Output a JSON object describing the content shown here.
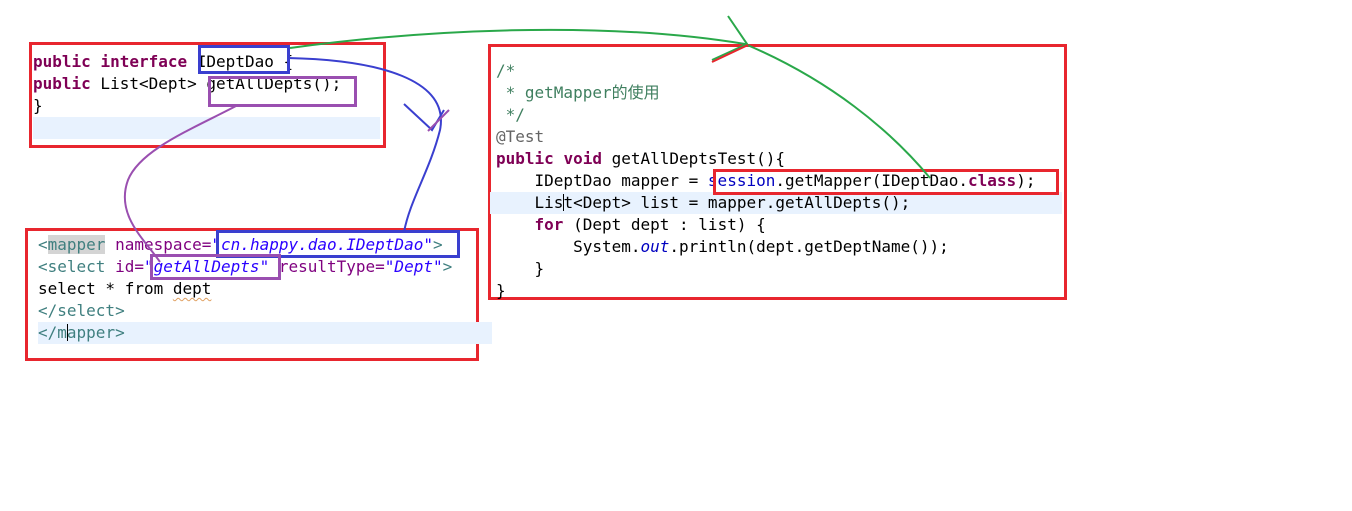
{
  "interface_panel": {
    "kw_public": "public",
    "kw_interface": "interface",
    "name": "IDeptDao",
    "open_brace": " {",
    "kw_public2": "public",
    "return_type": " List<Dept> ",
    "method": "getAllDepts();",
    "close_brace": "}"
  },
  "mapper_panel": {
    "tag_open": "<",
    "tag_mapper": "mapper",
    "attr_namespace": " namespace=",
    "namespace_value": "\"cn.happy.dao.IDeptDao\"",
    "tag_close": ">",
    "select_open": "<select",
    "attr_id": " id=",
    "id_value": "\"getAllDepts\"",
    "attr_resulttype": " resultType=",
    "resulttype_value": "\"Dept\"",
    "select_close": ">",
    "sql_prefix": "select * from ",
    "sql_table": "dept",
    "end_select": "</select>",
    "end_mapper_a": "</m",
    "end_mapper_b": "apper>"
  },
  "test_panel": {
    "comment_start": "/*",
    "comment_body": " * getMapper的使用",
    "comment_end": " */",
    "annotation": "@Test",
    "kw_public": "public",
    "kw_void": "void",
    "method_sig": " getAllDeptsTest(){",
    "l1_prefix": "    IDeptDao mapper = ",
    "l1_session": "session",
    "l1_call": ".getMapper(IDeptDao.",
    "l1_class": "class",
    "l1_end": ");",
    "l2_a": "    Lis",
    "l2_b": "t<Dept> list = mapper.getAllDepts();",
    "l3_for": "for",
    "l3_rest": " (Dept dept : list) {",
    "l4_a": "        System.",
    "l4_out": "out",
    "l4_b": ".println(dept.getDeptName());",
    "l5": "    }",
    "l6": "}"
  },
  "colors": {
    "box_red": "#e8262e",
    "link_blue": "#3a3fcf",
    "link_purple": "#9a4fb0",
    "link_green": "#2aa84a"
  }
}
